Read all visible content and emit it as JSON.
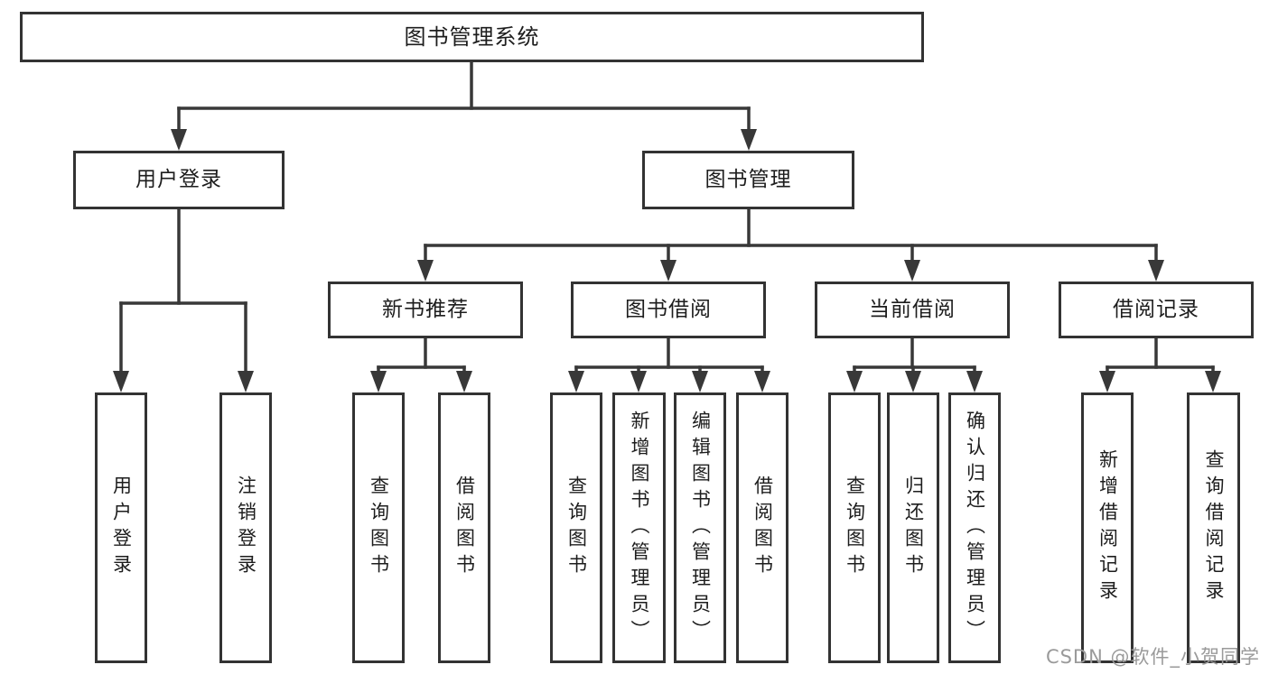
{
  "colors": {
    "background": "#ffffff",
    "line": "#383838",
    "box_border": "#333333",
    "text": "#1d1d1d",
    "watermark": "#9a9a9a"
  },
  "diagram": {
    "root": {
      "label": "图书管理系统"
    },
    "level2": [
      {
        "label": "用户登录"
      },
      {
        "label": "图书管理"
      }
    ],
    "level3": [
      {
        "label": "新书推荐"
      },
      {
        "label": "图书借阅"
      },
      {
        "label": "当前借阅"
      },
      {
        "label": "借阅记录"
      }
    ],
    "leaves": {
      "user_login": [
        {
          "label": "用户登录"
        },
        {
          "label": "注销登录"
        }
      ],
      "new_book_recommend": [
        {
          "label": "查询图书"
        },
        {
          "label": "借阅图书"
        }
      ],
      "book_borrow": [
        {
          "label": "查询图书"
        },
        {
          "label": "新增图书（管理员）"
        },
        {
          "label": "编辑图书（管理员）"
        },
        {
          "label": "借阅图书"
        }
      ],
      "current_borrow": [
        {
          "label": "查询图书"
        },
        {
          "label": "归还图书"
        },
        {
          "label": "确认归还（管理员）"
        }
      ],
      "borrow_records": [
        {
          "label": "新增借阅记录"
        },
        {
          "label": "查询借阅记录"
        }
      ]
    }
  },
  "watermark": {
    "text": "CSDN @软件_小贺同学"
  }
}
